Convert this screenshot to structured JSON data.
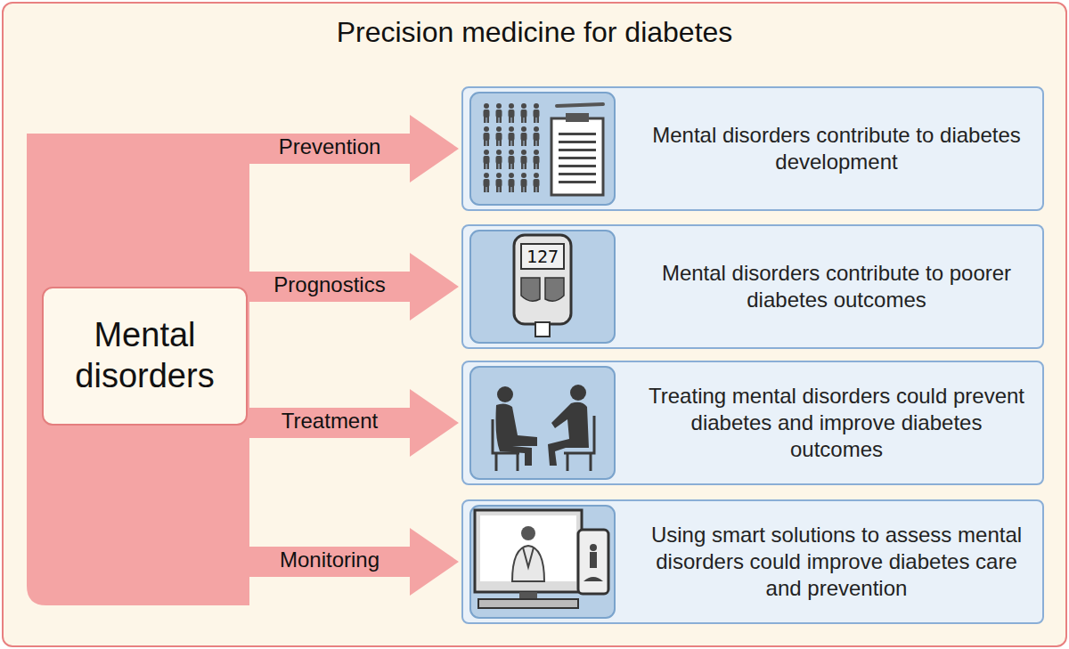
{
  "diagram": {
    "nodes": [
      {
        "text": [
          "Precision medicine for diabetes"
        ]
      },
      {
        "text": [
          "Mental disorders"
        ],
        "in": 0
      },
      {
        "text": [
          "Mental disorders contribute to diabetes development"
        ],
        "in": 0
      },
      {
        "text": [
          "Mental disorders contribute to poorer diabetes outcomes"
        ],
        "in": 0
      },
      {
        "text": [
          "Treating mental disorders could prevent diabetes and improve diabetes outcomes"
        ],
        "in": 0
      },
      {
        "text": [
          "Using smart solutions to assess mental disorders could improve diabetes care and prevention"
        ],
        "in": 0
      }
    ],
    "edges": [
      {
        "from": 1,
        "to": 2,
        "label": "Prevention",
        "arrow": "to"
      },
      {
        "from": 1,
        "to": 3,
        "label": "Prognostics",
        "arrow": "to"
      },
      {
        "from": 1,
        "to": 4,
        "label": "Treatment",
        "arrow": "to"
      },
      {
        "from": 1,
        "to": 5,
        "label": "Monitoring",
        "arrow": "to"
      }
    ],
    "labels": [
      "127"
    ]
  }
}
